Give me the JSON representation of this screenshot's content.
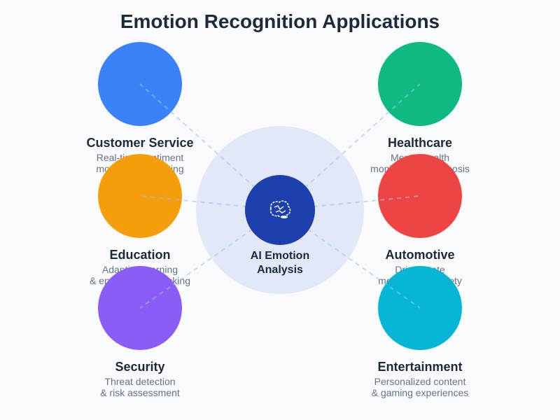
{
  "title": "Emotion Recognition Applications",
  "center": {
    "label_line1": "AI Emotion",
    "label_line2": "Analysis",
    "icon": "brain-icon",
    "halo_color": "#e2e8f8",
    "color": "#1e40af"
  },
  "applications": [
    {
      "id": "customer-service",
      "title": "Customer Service",
      "desc_line1": "Real-time sentiment",
      "desc_line2": "monitoring & routing",
      "color": "#3b82f6"
    },
    {
      "id": "healthcare",
      "title": "Healthcare",
      "desc_line1": "Mental health",
      "desc_line2": "monitoring & diagnosis",
      "color": "#10b981"
    },
    {
      "id": "education",
      "title": "Education",
      "desc_line1": "Adaptive learning",
      "desc_line2": "& engagement tracking",
      "color": "#f59e0b"
    },
    {
      "id": "automotive",
      "title": "Automotive",
      "desc_line1": "Driver state",
      "desc_line2": "monitoring & safety",
      "color": "#ef4444"
    },
    {
      "id": "security",
      "title": "Security",
      "desc_line1": "Threat detection",
      "desc_line2": "& risk assessment",
      "color": "#8b5cf6"
    },
    {
      "id": "entertainment",
      "title": "Entertainment",
      "desc_line1": "Personalized content",
      "desc_line2": "& gaming experiences",
      "color": "#06b6d4"
    }
  ]
}
